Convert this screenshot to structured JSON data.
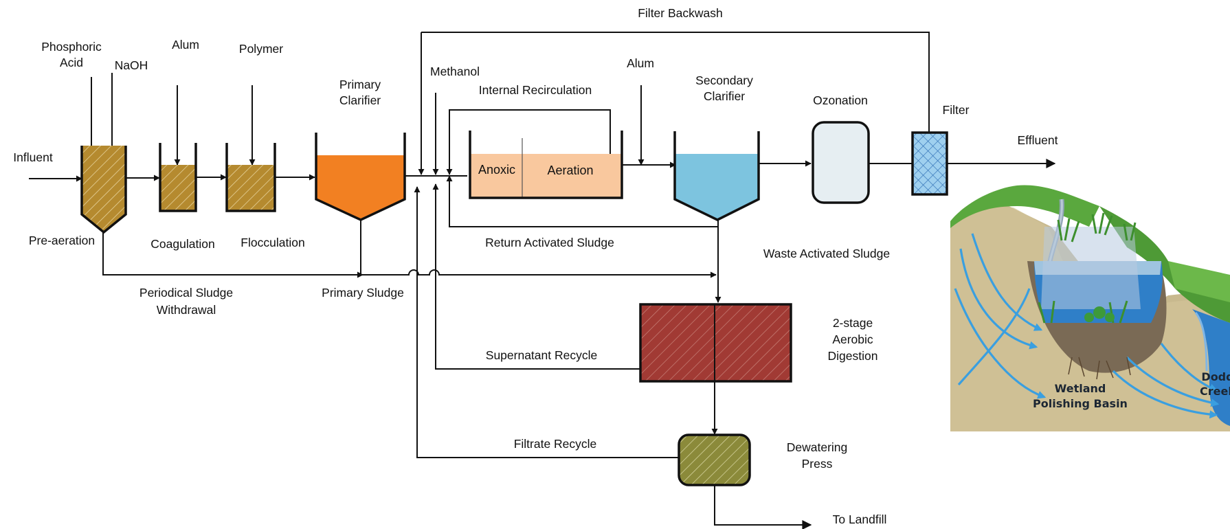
{
  "labels": {
    "filter_backwash": "Filter Backwash",
    "phosphoric_acid": [
      "Phosphoric",
      "Acid"
    ],
    "naoh": "NaOH",
    "alum_1": "Alum",
    "polymer": "Polymer",
    "primary_clarifier": [
      "Primary",
      "Clarifier"
    ],
    "methanol": "Methanol",
    "internal_recirculation": "Internal Recirculation",
    "alum_2": "Alum",
    "secondary_clarifier": [
      "Secondary",
      "Clarifier"
    ],
    "ozonation": "Ozonation",
    "filter": "Filter",
    "influent": "Influent",
    "effluent": "Effluent",
    "anoxic": "Anoxic",
    "aeration": "Aeration",
    "pre_aeration": "Pre-aeration",
    "coagulation": "Coagulation",
    "flocculation": "Flocculation",
    "return_activated_sludge": "Return Activated Sludge",
    "waste_activated_sludge": "Waste Activated Sludge",
    "periodical_sludge_withdrawal": [
      "Periodical Sludge",
      "Withdrawal"
    ],
    "primary_sludge": "Primary Sludge",
    "supernatant_recycle": "Supernatant Recycle",
    "aerobic_digestion": [
      "2-stage",
      "Aerobic",
      "Digestion"
    ],
    "filtrate_recycle": "Filtrate Recycle",
    "dewatering_press": [
      "Dewatering",
      "Press"
    ],
    "to_landfill": "To Landfill",
    "wetland_polishing_basin": [
      "Wetland",
      "Polishing Basin"
    ],
    "dodd_creek": [
      "Dodd",
      "Creek"
    ]
  },
  "colors": {
    "hatched_tank": "#b58a2f",
    "primary_clarifier_fill": "#f28022",
    "anoxic_aeration_fill": "#f9c89e",
    "secondary_clarifier_fill": "#7dc4df",
    "ozonation_fill": "#e6eef2",
    "filter_fill": "#9fd0ef",
    "digestion_fill": "#a13a34",
    "dewatering_fill": "#8b8a3a",
    "ground": "#c8b98e",
    "grass": "#5aa83e",
    "water": "#2f7fc8",
    "arrow_blue": "#3a9fe0"
  }
}
